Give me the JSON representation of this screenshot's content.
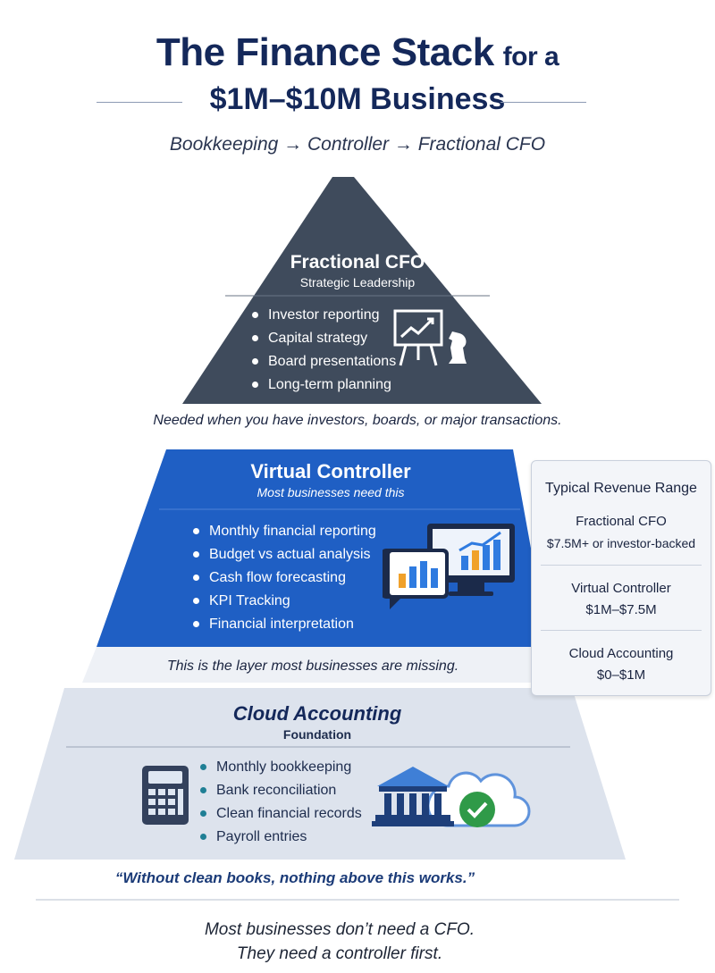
{
  "header": {
    "title_main": "The Finance Stack",
    "title_suffix": "for a",
    "title_line2": "$1M–$10M Business",
    "subtitle": "Bookkeeping → Controller → Fractional CFO"
  },
  "cfo": {
    "title": "Fractional CFO",
    "subtitle": "Strategic Leadership",
    "bullets": [
      "Investor reporting",
      "Capital strategy",
      "Board presentations",
      "Long-term planning"
    ],
    "note": "Needed when you have investors, boards, or major transactions.",
    "icon": "presentation-board-chess-knight-icon",
    "color": "#3f4b5c"
  },
  "controller": {
    "title": "Virtual Controller",
    "subtitle": "Most businesses need this",
    "bullets": [
      "Monthly financial reporting",
      "Budget vs actual analysis",
      "Cash flow forecasting",
      "KPI Tracking",
      "Financial interpretation"
    ],
    "note": "This is the layer most businesses are missing.",
    "icon": "monitor-chart-speech-bubble-icon",
    "color": "#1f5fc4"
  },
  "accounting": {
    "title": "Cloud Accounting",
    "subtitle": "Foundation",
    "bullets": [
      "Monthly bookkeeping",
      "Bank reconciliation",
      "Clean financial records",
      "Payroll entries"
    ],
    "note": "“Without clean books, nothing above this works.”",
    "icons": [
      "calculator-icon",
      "bank-cloud-check-icon"
    ],
    "color": "#dde3ed"
  },
  "revenue_range": {
    "heading": "Typical Revenue Range",
    "items": [
      {
        "label": "Fractional CFO",
        "value": "$7.5M+ or investor-backed"
      },
      {
        "label": "Virtual Controller",
        "value": "$1M–$7.5M"
      },
      {
        "label": "Cloud Accounting",
        "value": "$0–$1M"
      }
    ]
  },
  "footer": {
    "line1": "Most businesses don’t need a CFO.",
    "line2": "They need a controller first."
  }
}
